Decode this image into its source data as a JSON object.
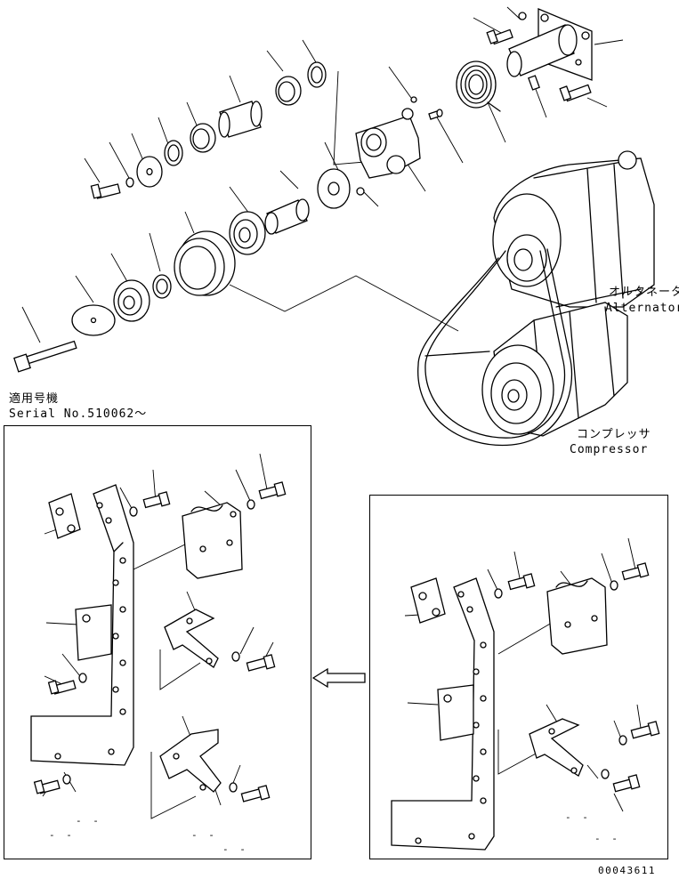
{
  "labels": {
    "alternator_jp": "オルタネータ",
    "alternator_en": "Alternator",
    "compressor_jp": "コンプレッサ",
    "compressor_en": "Compressor",
    "applicable_jp": "適用号機",
    "serial": "Serial No.510062～",
    "drawing_no": "00043611"
  },
  "placeholders": {
    "left_a": "- -",
    "left_b": "- -",
    "left_c": "- -",
    "left_d": "- -",
    "right_a": "- -",
    "right_b": "- -"
  },
  "icons": {
    "arrow": "left-arrow-icon"
  }
}
